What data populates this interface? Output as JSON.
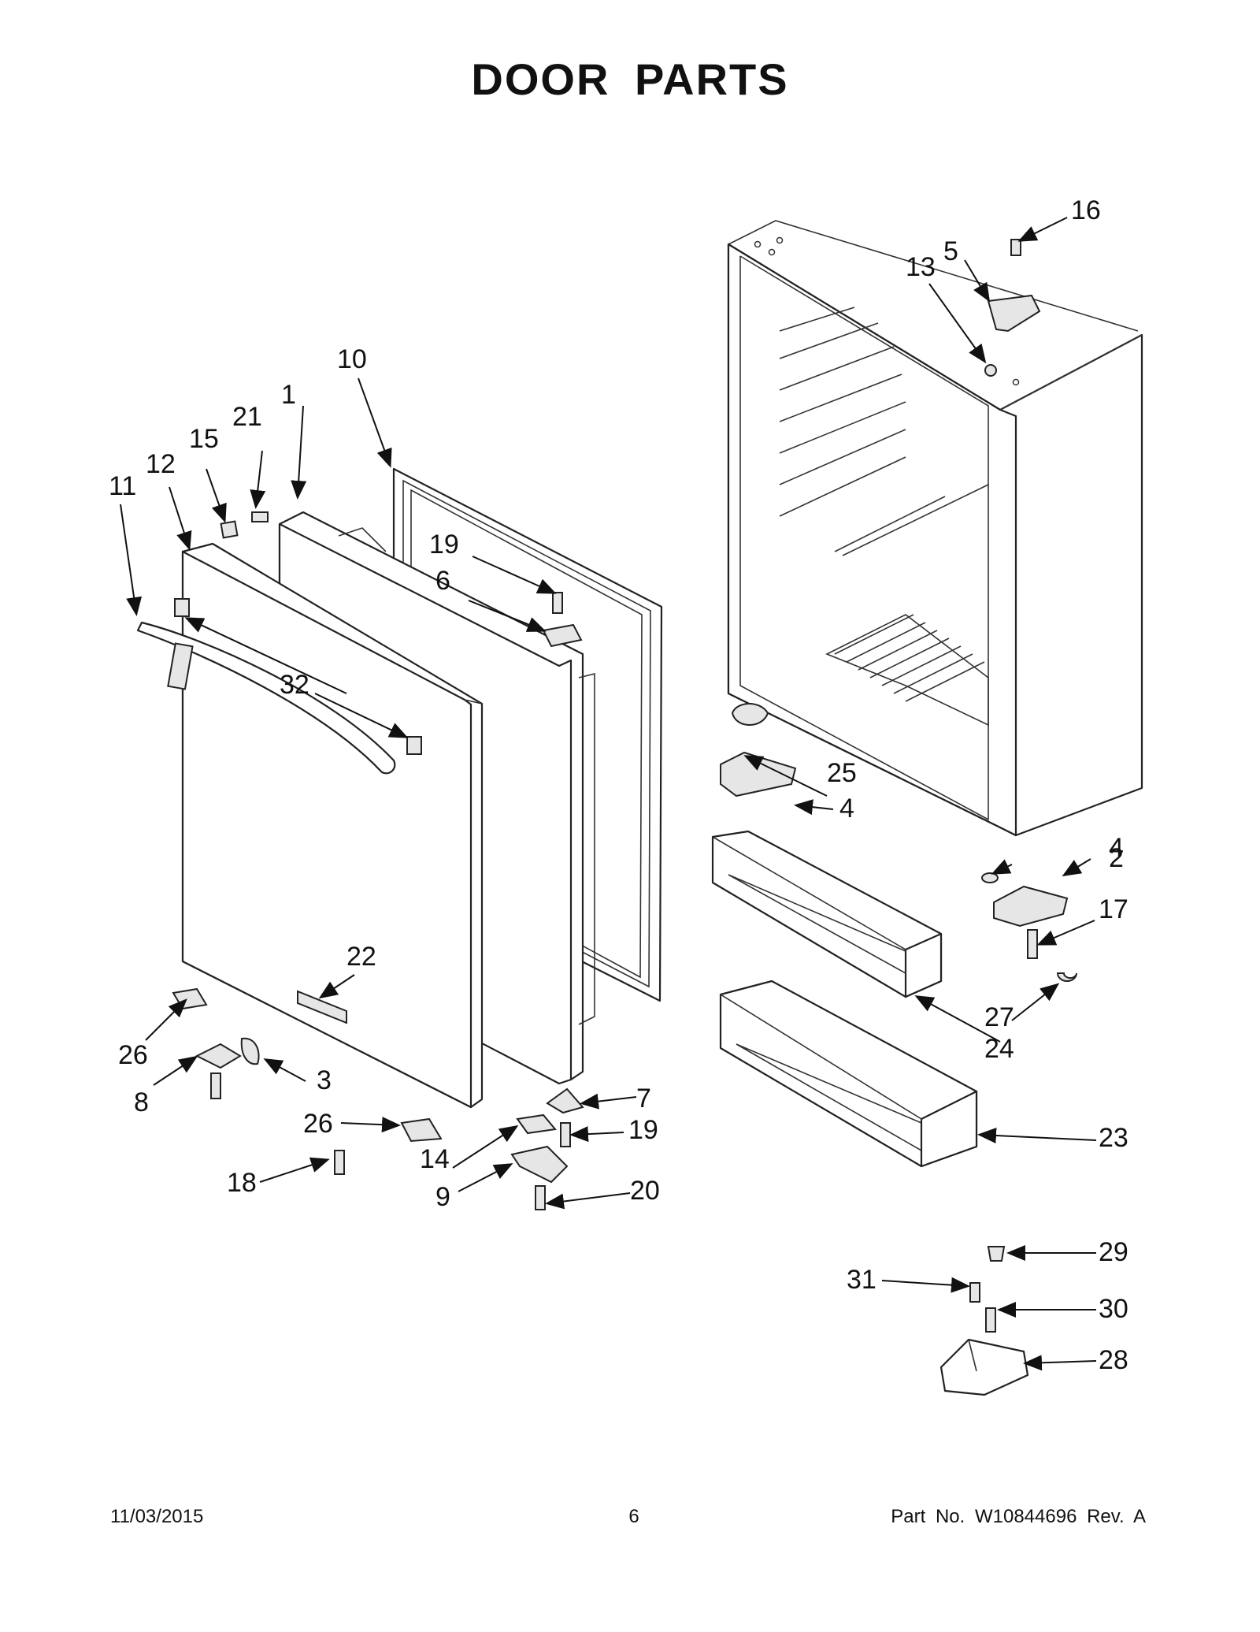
{
  "title": "DOOR PARTS",
  "footer": {
    "date": "11/03/2015",
    "page": "6",
    "part_no": "Part No.  W10844696  Rev.  A"
  },
  "callouts": {
    "c1": "1",
    "c2": "2",
    "c3": "3",
    "c4a": "4",
    "c4b": "4",
    "c5": "5",
    "c6": "6",
    "c7": "7",
    "c8": "8",
    "c9": "9",
    "c10": "10",
    "c11": "11",
    "c12": "12",
    "c13": "13",
    "c14": "14",
    "c15": "15",
    "c16": "16",
    "c17": "17",
    "c18": "18",
    "c19a": "19",
    "c19b": "19",
    "c20": "20",
    "c21": "21",
    "c22": "22",
    "c23": "23",
    "c24": "24",
    "c25": "25",
    "c26a": "26",
    "c26b": "26",
    "c27": "27",
    "c28": "28",
    "c29": "29",
    "c30": "30",
    "c31": "31",
    "c32": "32"
  }
}
